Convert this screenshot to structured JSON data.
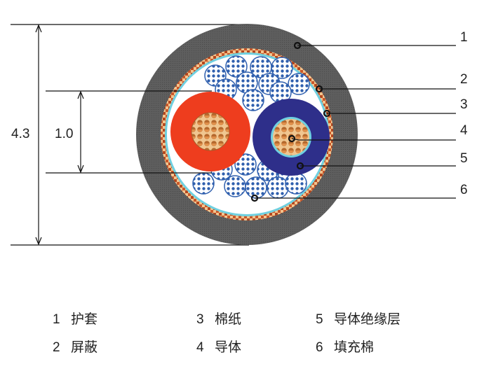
{
  "dimensions": {
    "outer": "4.3",
    "inner": "1.0"
  },
  "callouts": [
    "1",
    "2",
    "3",
    "4",
    "5",
    "6"
  ],
  "legend": [
    {
      "num": "1",
      "text": "护套"
    },
    {
      "num": "2",
      "text": "屏蔽"
    },
    {
      "num": "3",
      "text": "棉纸"
    },
    {
      "num": "4",
      "text": "导体"
    },
    {
      "num": "5",
      "text": "导体绝缘层"
    },
    {
      "num": "6",
      "text": "填充棉"
    }
  ],
  "colors": {
    "sheath": "#5a5a5a",
    "shield": "#b5471e",
    "cotton_paper": "#6fd0e0",
    "insulation_red": "#ee3d1e",
    "insulation_blue": "#2e2f8a",
    "conductor": "#d99a5a",
    "filler": "#2f5fae"
  }
}
